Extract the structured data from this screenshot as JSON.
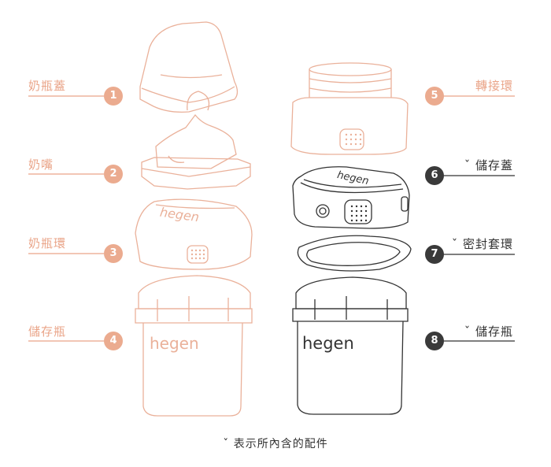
{
  "colors": {
    "peach": "#eaa589",
    "dark": "#333333"
  },
  "left_parts": [
    {
      "number": "1",
      "label": "奶瓶蓋"
    },
    {
      "number": "2",
      "label": "奶嘴"
    },
    {
      "number": "3",
      "label": "奶瓶環"
    },
    {
      "number": "4",
      "label": "儲存瓶"
    }
  ],
  "right_parts": [
    {
      "number": "5",
      "label": "轉接環",
      "included": false
    },
    {
      "number": "6",
      "label": "ˇ 儲存蓋",
      "included": true
    },
    {
      "number": "7",
      "label": "ˇ 密封套環",
      "included": true
    },
    {
      "number": "8",
      "label": "ˇ 儲存瓶",
      "included": true
    }
  ],
  "brand_text": "hegen",
  "footnote": "ˇ 表示所內含的配件"
}
